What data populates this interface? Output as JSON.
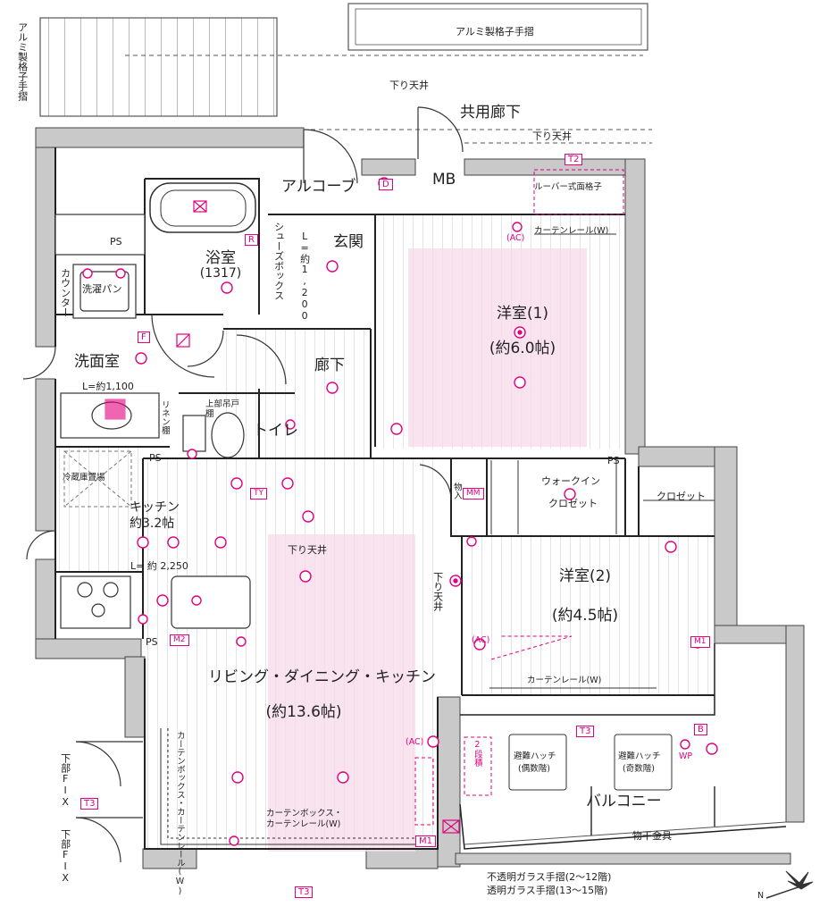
{
  "rooms": {
    "youshitsu1": {
      "name": "洋室(1)",
      "size": "(約6.0帖)"
    },
    "youshitsu2": {
      "name": "洋室(2)",
      "size": "(約4.5帖)"
    },
    "ldk": {
      "name": "リビング・ダイニング・キッチン",
      "size": "(約13.6帖)"
    },
    "kitchen": {
      "name": "キッチン",
      "size": "約3.2帖"
    },
    "bath": {
      "name": "浴室",
      "size": "(1317)"
    },
    "washroom": "洗面室",
    "genkan": "玄関",
    "rouka": "廊下",
    "toilet": "トイレ",
    "alcove": "アルコーブ",
    "kyouyou_rouka": "共用廊下",
    "balcony": "バルコニー",
    "mb": "MB",
    "walkin": "ウォークイン",
    "walkin2": "クロゼット",
    "closet": "クロゼット"
  },
  "labels": {
    "alumi_top": "アルミ製格子手摺",
    "alumi_left": "アルミ製格子手摺",
    "sagari_tenjo": "下り天井",
    "louver": "ルーバー式面格子",
    "curtain_w": "カーテンレール(W)",
    "shoes_box": "シューズボックス",
    "shoes_len": "L=約1,200",
    "counter": "カウンター",
    "sentaku_pan": "洗濯パン",
    "linen": "リネン棚",
    "kamido": "上部吊戸棚",
    "washroom_len": "L=約1,100",
    "reizouko": "冷蔵庫置場",
    "kitchen_len": "L= 約 2,250",
    "curtain_box_v": "カーテンボックス・カーテンレール(W)",
    "curtain_box_h1": "カーテンボックス・",
    "curtain_box_h2": "カーテンレール(W)",
    "monoire": "物入",
    "hinan_gusu": "避難ハッチ(偶数階)",
    "hinan_kisu": "避難ハッチ(奇数階)",
    "hinan1": "避難ハッチ",
    "hinan_e": "(偶数階)",
    "hinan_o": "(奇数階)",
    "nidan": "2段積",
    "monohoshi": "物干金具",
    "bottom1": "不透明ガラス手摺(2〜12階)",
    "bottom2": "透明ガラス手摺(13〜15階)",
    "kabu_fix": "下部FIX",
    "ps": "PS",
    "north": "N"
  },
  "tags": {
    "t2": "T2",
    "t3": "T3",
    "m1": "M1",
    "m2": "M2",
    "f": "F",
    "d": "D",
    "r": "R",
    "ty": "TY",
    "mm": "MM",
    "b": "B",
    "ac": "(AC)",
    "wp": "WP"
  },
  "colors": {
    "accent": "#e4007f",
    "wall": "#c9c9c9",
    "line": "#222222",
    "floor_tint": "#f7d9ea"
  }
}
